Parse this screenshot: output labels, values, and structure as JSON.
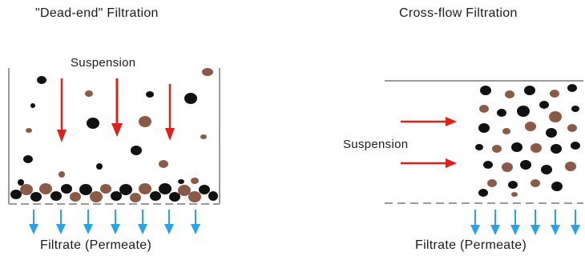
{
  "dead_end": {
    "title": "\"Dead-end\" Filtration",
    "inflow_label": "Suspension",
    "outflow_label": "Filtrate (Permeate)"
  },
  "cross_flow": {
    "title": "Cross-flow Filtration",
    "inflow_label": "Suspension",
    "outflow_label": "Filtrate (Permeate)"
  },
  "colors": {
    "particle_dark": "#111111",
    "particle_brown": "#8a5a47",
    "flow_arrow": "#e0201b",
    "filtrate_arrow": "#29a3e6",
    "vessel_line": "#9a9a9a"
  }
}
